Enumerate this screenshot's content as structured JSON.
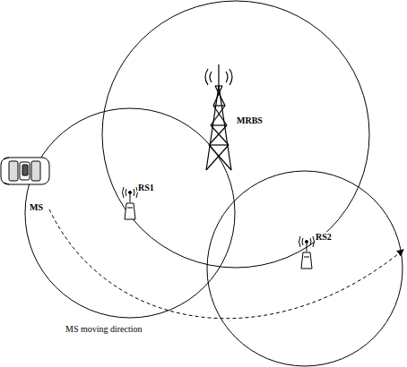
{
  "diagram": {
    "labels": [
      "MRBS",
      "RS1",
      "RS2",
      "MS",
      "MS moving direction"
    ]
  }
}
